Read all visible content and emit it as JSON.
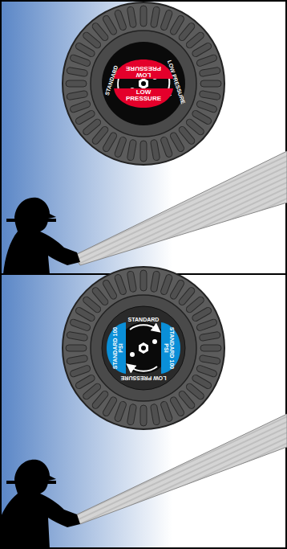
{
  "diagram": {
    "nodes": [
      {
        "text": [
          "LOW PRESSURE"
        ]
      },
      {
        "text": [
          "LOW PRESSURE"
        ]
      },
      {
        "text": [
          "STANDARD 100 PSI"
        ]
      },
      {
        "text": [
          "STANDARD 100 PSI"
        ]
      }
    ],
    "labels": [
      "STANDARD",
      "LOW PRESSURE",
      "STANDARD",
      "LOW PRESSURE"
    ]
  }
}
